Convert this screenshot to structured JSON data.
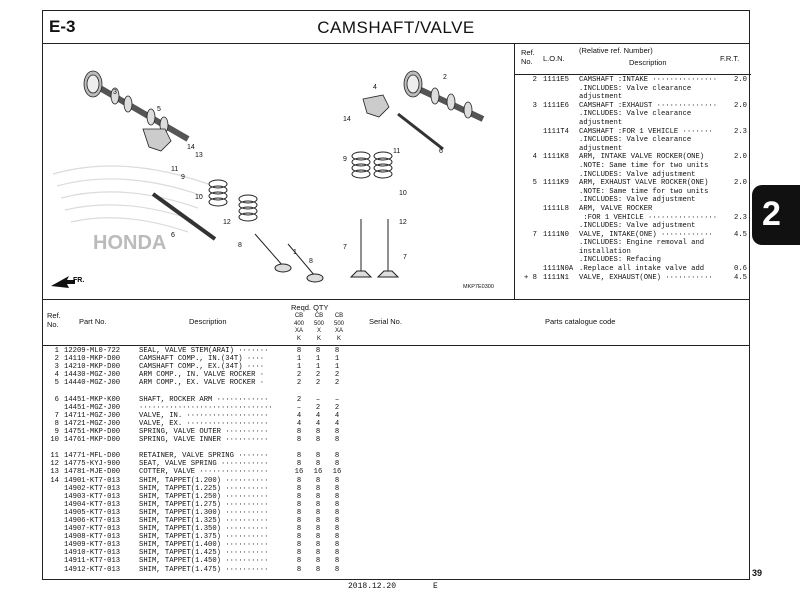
{
  "header": {
    "section_code": "E-3",
    "title": "CAMSHAFT/VALVE"
  },
  "diagram": {
    "callouts": [
      "1",
      "2",
      "3",
      "4",
      "5",
      "6",
      "7",
      "8",
      "9",
      "10",
      "11",
      "12",
      "13",
      "14"
    ],
    "illustration_code": "MKP7E0300",
    "watermark": "HONDA",
    "direction_label": "FR."
  },
  "ref_panel": {
    "headers": {
      "ref_no": "Ref.\nNo.",
      "lon": "L.O.N.",
      "relative": "(Relative ref. Number)",
      "description": "Description",
      "frt": "F.R.T."
    },
    "rows": [
      {
        "ref": "2",
        "lon": "1111E5",
        "desc": "CAMSHAFT :INTAKE ···············",
        "frt": "2.0"
      },
      {
        "ref": "",
        "lon": "",
        "desc": ".INCLUDES: Valve clearance",
        "frt": ""
      },
      {
        "ref": "",
        "lon": "",
        "desc": "adjustment",
        "frt": ""
      },
      {
        "ref": "3",
        "lon": "1111E6",
        "desc": "CAMSHAFT :EXHAUST ··············",
        "frt": "2.0"
      },
      {
        "ref": "",
        "lon": "",
        "desc": ".INCLUDES: Valve clearance",
        "frt": ""
      },
      {
        "ref": "",
        "lon": "",
        "desc": "adjustment",
        "frt": ""
      },
      {
        "ref": "",
        "lon": "1111T4",
        "desc": "CAMSHAFT :FOR 1 VEHICLE ·······",
        "frt": "2.3"
      },
      {
        "ref": "",
        "lon": "",
        "desc": ".INCLUDES: Valve clearance",
        "frt": ""
      },
      {
        "ref": "",
        "lon": "",
        "desc": "adjustment",
        "frt": ""
      },
      {
        "ref": "4",
        "lon": "1111K8",
        "desc": "ARM, INTAKE VALVE ROCKER(ONE)",
        "frt": "2.0"
      },
      {
        "ref": "",
        "lon": "",
        "desc": ".NOTE: Same time for two units",
        "frt": ""
      },
      {
        "ref": "",
        "lon": "",
        "desc": ".INCLUDES: Valve adjustment",
        "frt": ""
      },
      {
        "ref": "5",
        "lon": "1111K9",
        "desc": "ARM, EXHAUST VALVE ROCKER(ONE)",
        "frt": "2.0"
      },
      {
        "ref": "",
        "lon": "",
        "desc": ".NOTE: Same time for two units",
        "frt": ""
      },
      {
        "ref": "",
        "lon": "",
        "desc": ".INCLUDES: Valve adjustment",
        "frt": ""
      },
      {
        "ref": "",
        "lon": "1111L8",
        "desc": "ARM, VALVE ROCKER",
        "frt": ""
      },
      {
        "ref": "",
        "lon": "",
        "desc": " :FOR 1 VEHICLE ················",
        "frt": "2.3"
      },
      {
        "ref": "",
        "lon": "",
        "desc": ".INCLUDES: Valve adjustment",
        "frt": ""
      },
      {
        "ref": "7",
        "lon": "1111N0",
        "desc": "VALVE, INTAKE(ONE) ············",
        "frt": "4.5"
      },
      {
        "ref": "",
        "lon": "",
        "desc": ".INCLUDES: Engine removal and",
        "frt": ""
      },
      {
        "ref": "",
        "lon": "",
        "desc": "installation",
        "frt": ""
      },
      {
        "ref": "",
        "lon": "",
        "desc": ".INCLUDES: Refacing",
        "frt": ""
      },
      {
        "ref": "",
        "lon": "1111N0A",
        "desc": ".Replace all intake valve add",
        "frt": "0.6"
      },
      {
        "ref": "+ 8",
        "lon": "1111N1",
        "desc": "VALVE, EXHAUST(ONE) ···········",
        "frt": "4.5"
      }
    ]
  },
  "parts_table": {
    "headers": {
      "ref_no": "Ref.\nNo.",
      "part_no": "Part No.",
      "description": "Description",
      "reqd_qty": "Reqd. QTY",
      "models": [
        "CB\n400\nXA\nK",
        "CB\n500\nX\nK",
        "CB\n500\nXA\nK"
      ],
      "serial_no": "Serial No.",
      "catalogue_code": "Parts catalogue code"
    },
    "rows": [
      {
        "ref": "1",
        "part": "12209-ML0-722",
        "desc": "SEAL, VALVE STEM(ARAI) ·······",
        "q1": "8",
        "q2": "8",
        "q3": "8",
        "gap": false
      },
      {
        "ref": "2",
        "part": "14110-MKP-D00",
        "desc": "CAMSHAFT COMP., IN.(34T) ····",
        "q1": "1",
        "q2": "1",
        "q3": "1",
        "gap": false
      },
      {
        "ref": "3",
        "part": "14210-MKP-D00",
        "desc": "CAMSHAFT COMP., EX.(34T) ····",
        "q1": "1",
        "q2": "1",
        "q3": "1",
        "gap": false
      },
      {
        "ref": "4",
        "part": "14430-MGZ-J00",
        "desc": "ARM COMP., IN. VALVE ROCKER ·",
        "q1": "2",
        "q2": "2",
        "q3": "2",
        "gap": false
      },
      {
        "ref": "5",
        "part": "14440-MGZ-J00",
        "desc": "ARM COMP., EX. VALVE ROCKER ·",
        "q1": "2",
        "q2": "2",
        "q3": "2",
        "gap": false
      },
      {
        "ref": "6",
        "part": "14451-MKP-K00",
        "desc": "SHAFT, ROCKER ARM ············",
        "q1": "2",
        "q2": "–",
        "q3": "–",
        "gap": true
      },
      {
        "ref": "",
        "part": "14451-MGZ-J00",
        "desc": "·······························",
        "q1": "–",
        "q2": "2",
        "q3": "2",
        "gap": false
      },
      {
        "ref": "7",
        "part": "14711-MGZ-J00",
        "desc": "VALVE, IN. ···················",
        "q1": "4",
        "q2": "4",
        "q3": "4",
        "gap": false
      },
      {
        "ref": "8",
        "part": "14721-MGZ-J00",
        "desc": "VALVE, EX. ···················",
        "q1": "4",
        "q2": "4",
        "q3": "4",
        "gap": false
      },
      {
        "ref": "9",
        "part": "14751-MKP-D00",
        "desc": "SPRING, VALVE OUTER ··········",
        "q1": "8",
        "q2": "8",
        "q3": "8",
        "gap": false
      },
      {
        "ref": "10",
        "part": "14761-MKP-D00",
        "desc": "SPRING, VALVE INNER ··········",
        "q1": "8",
        "q2": "8",
        "q3": "8",
        "gap": false
      },
      {
        "ref": "11",
        "part": "14771-MFL-D00",
        "desc": "RETAINER, VALVE SPRING ·······",
        "q1": "8",
        "q2": "8",
        "q3": "8",
        "gap": true
      },
      {
        "ref": "12",
        "part": "14775-KYJ-900",
        "desc": "SEAT, VALVE SPRING ···········",
        "q1": "8",
        "q2": "8",
        "q3": "8",
        "gap": false
      },
      {
        "ref": "13",
        "part": "14781-MJE-D00",
        "desc": "COTTER, VALVE ················",
        "q1": "16",
        "q2": "16",
        "q3": "16",
        "gap": false
      },
      {
        "ref": "14",
        "part": "14901-KT7-013",
        "desc": "SHIM, TAPPET(1.200) ··········",
        "q1": "8",
        "q2": "8",
        "q3": "8",
        "gap": false
      },
      {
        "ref": "",
        "part": "14902-KT7-013",
        "desc": "SHIM, TAPPET(1.225) ··········",
        "q1": "8",
        "q2": "8",
        "q3": "8",
        "gap": false
      },
      {
        "ref": "",
        "part": "14903-KT7-013",
        "desc": "SHIM, TAPPET(1.250) ··········",
        "q1": "8",
        "q2": "8",
        "q3": "8",
        "gap": false
      },
      {
        "ref": "",
        "part": "14904-KT7-013",
        "desc": "SHIM, TAPPET(1.275) ··········",
        "q1": "8",
        "q2": "8",
        "q3": "8",
        "gap": false
      },
      {
        "ref": "",
        "part": "14905-KT7-013",
        "desc": "SHIM, TAPPET(1.300) ··········",
        "q1": "8",
        "q2": "8",
        "q3": "8",
        "gap": false
      },
      {
        "ref": "",
        "part": "14906-KT7-013",
        "desc": "SHIM, TAPPET(1.325) ··········",
        "q1": "8",
        "q2": "8",
        "q3": "8",
        "gap": false
      },
      {
        "ref": "",
        "part": "14907-KT7-013",
        "desc": "SHIM, TAPPET(1.350) ··········",
        "q1": "8",
        "q2": "8",
        "q3": "8",
        "gap": false
      },
      {
        "ref": "",
        "part": "14908-KT7-013",
        "desc": "SHIM, TAPPET(1.375) ··········",
        "q1": "8",
        "q2": "8",
        "q3": "8",
        "gap": false
      },
      {
        "ref": "",
        "part": "14909-KT7-013",
        "desc": "SHIM, TAPPET(1.400) ··········",
        "q1": "8",
        "q2": "8",
        "q3": "8",
        "gap": false
      },
      {
        "ref": "",
        "part": "14910-KT7-013",
        "desc": "SHIM, TAPPET(1.425) ··········",
        "q1": "8",
        "q2": "8",
        "q3": "8",
        "gap": false
      },
      {
        "ref": "",
        "part": "14911-KT7-013",
        "desc": "SHIM, TAPPET(1.450) ··········",
        "q1": "8",
        "q2": "8",
        "q3": "8",
        "gap": false
      },
      {
        "ref": "",
        "part": "14912-KT7-013",
        "desc": "SHIM, TAPPET(1.475) ··········",
        "q1": "8",
        "q2": "8",
        "q3": "8",
        "gap": false
      }
    ]
  },
  "footer": {
    "date": "2018.12.20",
    "edition": "E",
    "page_number": "39",
    "chapter_tab": "2"
  }
}
